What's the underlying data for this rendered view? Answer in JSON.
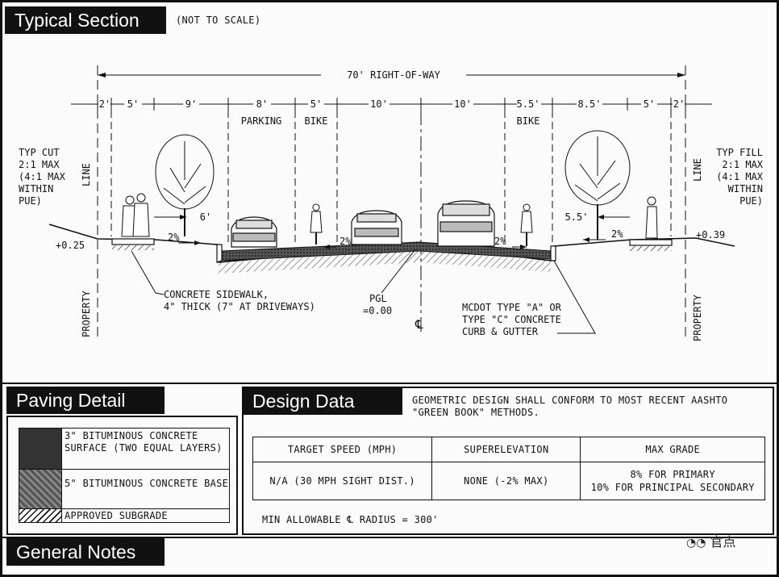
{
  "typical_section": {
    "title": "Typical Section",
    "subtitle": "(NOT TO SCALE)",
    "right_of_way": "70' RIGHT-OF-WAY",
    "widths": [
      "2'",
      "5'",
      "9'",
      "8'",
      "5'",
      "10'",
      "10'",
      "5.5'",
      "8.5'",
      "5'",
      "2'"
    ],
    "lane_labels": {
      "parking": "PARKING",
      "bike_left": "BIKE",
      "bike_right": "BIKE"
    },
    "left_side": {
      "cut_lines": [
        "TYP CUT",
        "2:1 MAX",
        "(4:1 MAX",
        "WITHIN",
        "PUE)"
      ],
      "elevation": "+0.25",
      "tree_offset": "6'",
      "line_label": "LINE",
      "property_label": "PROPERTY"
    },
    "right_side": {
      "fill_lines": [
        "TYP FILL",
        "2:1 MAX",
        "(4:1 MAX",
        "WITHIN",
        "PUE)"
      ],
      "elevation": "+0.39",
      "tree_offset": "5.5'",
      "line_label": "LINE",
      "property_label": "PROPERTY"
    },
    "slopes": [
      "2%",
      "2%",
      "2%",
      "2%"
    ],
    "sidewalk_note": [
      "CONCRETE SIDEWALK,",
      "4\" THICK (7\" AT DRIVEWAYS)"
    ],
    "pgl_note": [
      "PGL",
      "=0.00"
    ],
    "centerline_symbol": "℄",
    "curb_note": [
      "MCDOT TYPE \"A\" OR",
      "TYPE \"C\" CONCRETE",
      "CURB & GUTTER"
    ]
  },
  "paving_detail": {
    "title": "Paving Detail",
    "layers": [
      {
        "label": "3\" BITUMINOUS CONCRETE SURFACE (TWO EQUAL LAYERS)"
      },
      {
        "label": "5\" BITUMINOUS CONCRETE BASE"
      },
      {
        "label": "APPROVED SUBGRADE"
      }
    ]
  },
  "design_data": {
    "title": "Design Data",
    "note": "GEOMETRIC DESIGN SHALL CONFORM TO MOST RECENT AASHTO \"GREEN BOOK\" METHODS.",
    "headers": [
      "TARGET SPEED (MPH)",
      "SUPERELEVATION",
      "MAX GRADE"
    ],
    "row": [
      "N/A (30 MPH SIGHT DIST.)",
      "NONE (-2% MAX)",
      "8% FOR PRIMARY",
      "10% FOR PRINCIPAL SECONDARY"
    ],
    "radius_note": "MIN ALLOWABLE ℄ RADIUS = 300'"
  },
  "general_notes": {
    "title": "General Notes"
  },
  "watermark": {
    "text": "官点"
  }
}
